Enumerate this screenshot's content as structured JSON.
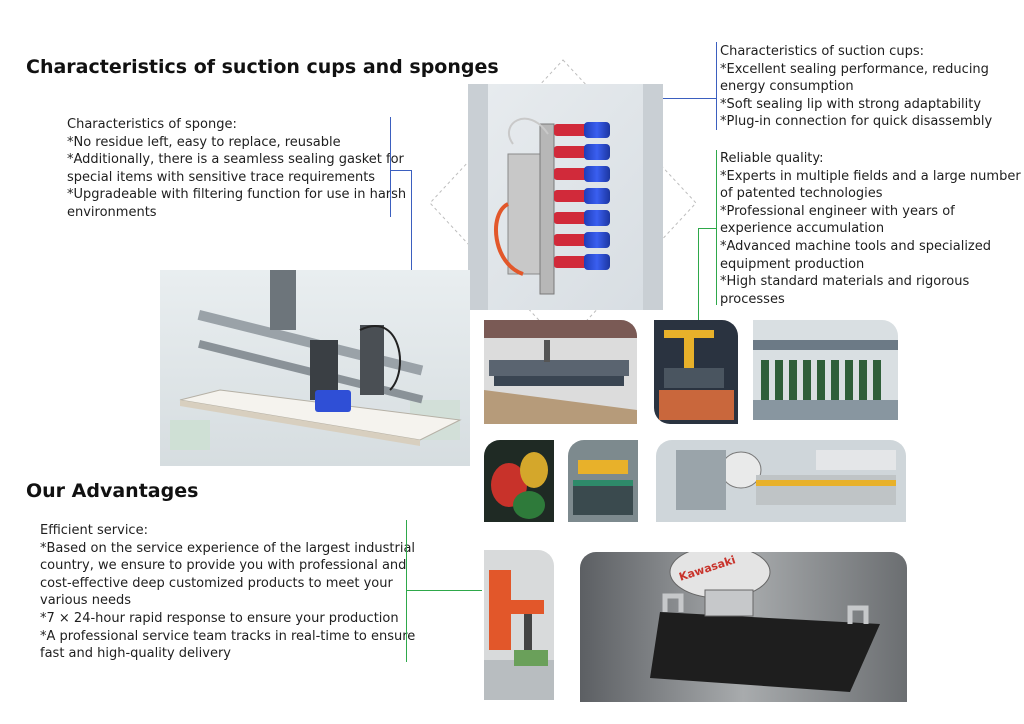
{
  "headings": {
    "main": "Characteristics of suction cups and sponges",
    "advantages": "Our Advantages"
  },
  "sponge": {
    "title": "Characteristics of sponge:",
    "lines": [
      "*No residue left, easy to replace, reusable",
      "*Additionally, there is a seamless sealing gasket for",
      "special items with sensitive trace requirements",
      "*Upgradeable with filtering function for use in harsh",
      "environments"
    ]
  },
  "suction_cups": {
    "title": "Characteristics of suction cups:",
    "lines": [
      "*Excellent sealing performance, reducing",
      "energy consumption",
      "*Soft sealing lip with strong adaptability",
      "*Plug-in connection for quick disassembly"
    ]
  },
  "quality": {
    "title": "Reliable quality:",
    "lines": [
      "*Experts in multiple fields and a large number",
      "of patented technologies",
      "*Professional engineer with years of",
      "experience accumulation",
      "*Advanced machine tools and specialized",
      "equipment production",
      "*High standard materials and rigorous",
      "processes"
    ]
  },
  "service": {
    "title": "Efficient service:",
    "lines": [
      "*Based on the service experience of the largest industrial",
      "country, we ensure to provide you with professional and",
      "cost-effective deep customized products to meet your",
      "various needs",
      "*7 × 24-hour rapid response to ensure your production",
      "*A professional service team tracks in real-time to ensure",
      "fast and high-quality delivery"
    ]
  },
  "colors": {
    "blue_connector": "#3b5fbf",
    "green_connector": "#2ea84a",
    "cup_blue": "#2f4fd6",
    "cup_red": "#d12a3a",
    "robot_orange": "#e2572a"
  },
  "robot_brand": "Kawasaki"
}
